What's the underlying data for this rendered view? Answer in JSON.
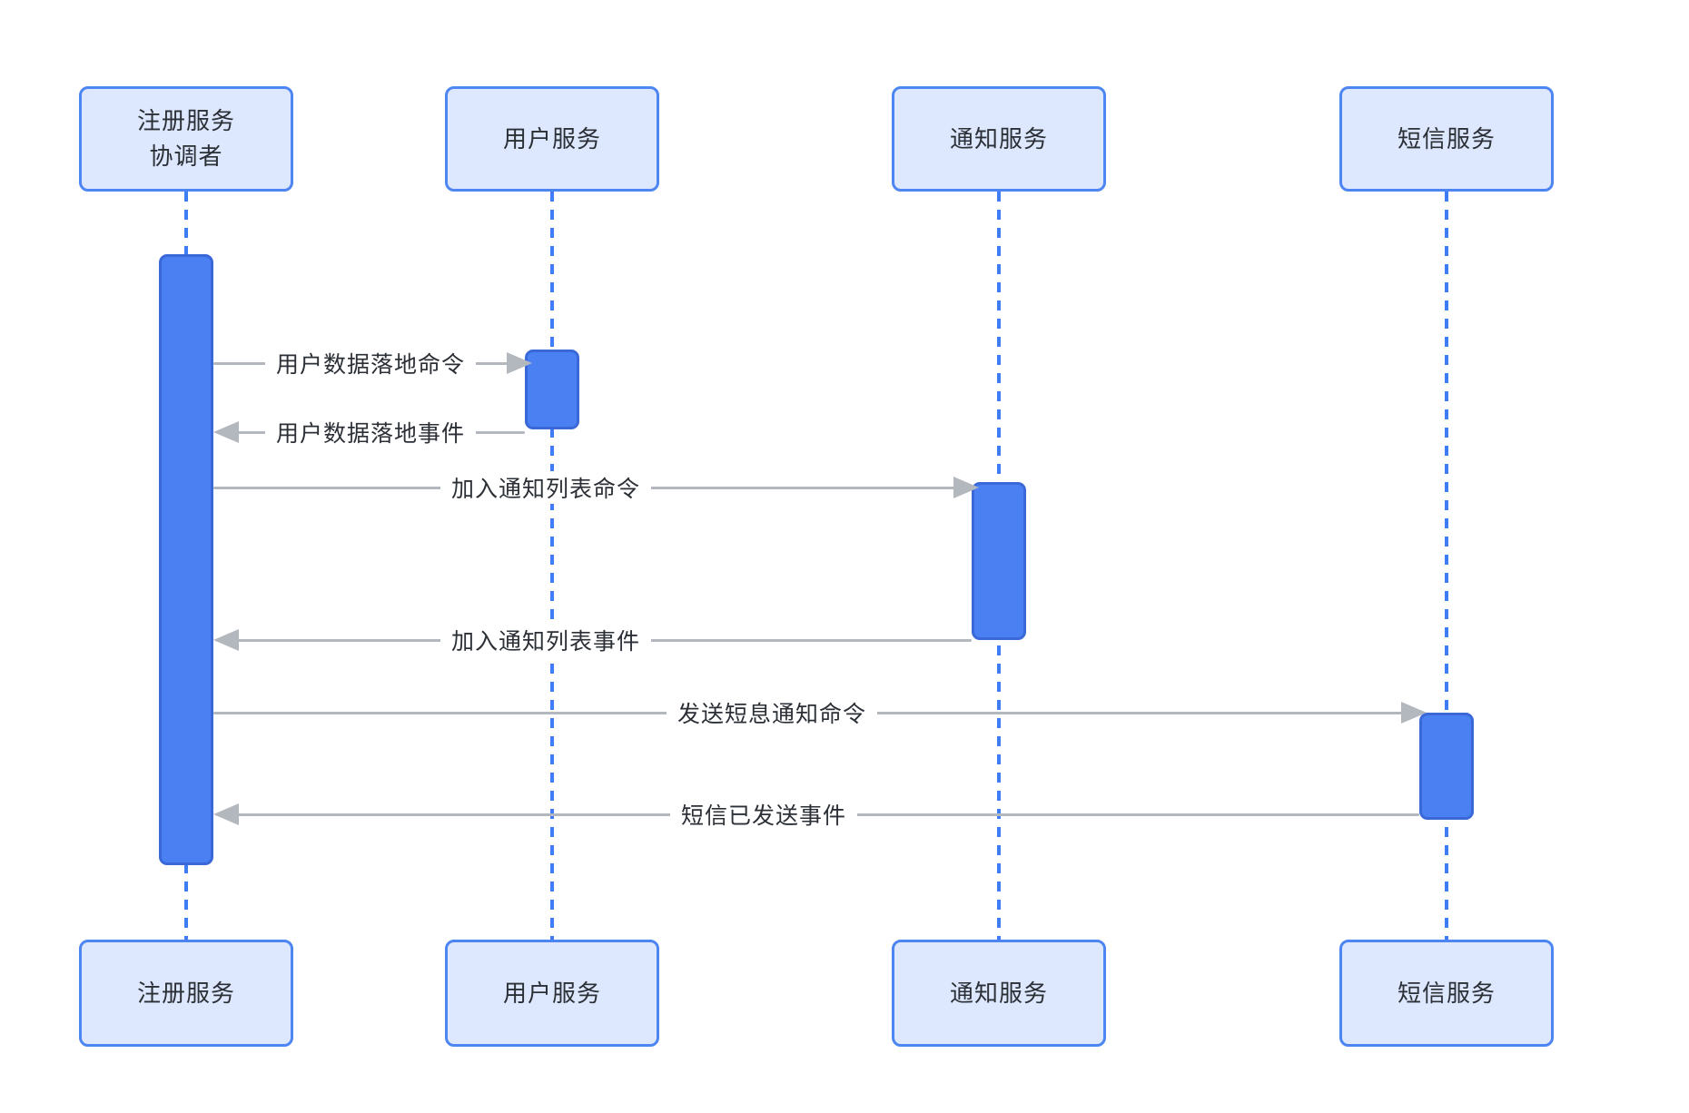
{
  "diagram": {
    "type": "sequence",
    "actors": [
      {
        "id": "registration-coordinator",
        "top_lines": [
          "注册服务",
          "协调者"
        ],
        "bottom_label": "注册服务"
      },
      {
        "id": "user-service",
        "top_lines": [
          "用户服务"
        ],
        "bottom_label": "用户服务"
      },
      {
        "id": "notification-service",
        "top_lines": [
          "通知服务"
        ],
        "bottom_label": "通知服务"
      },
      {
        "id": "sms-service",
        "top_lines": [
          "短信服务"
        ],
        "bottom_label": "短信服务"
      }
    ],
    "messages": [
      {
        "label": "用户数据落地命令",
        "from": "registration-coordinator",
        "to": "user-service",
        "direction": "right"
      },
      {
        "label": "用户数据落地事件",
        "from": "user-service",
        "to": "registration-coordinator",
        "direction": "left"
      },
      {
        "label": "加入通知列表命令",
        "from": "registration-coordinator",
        "to": "notification-service",
        "direction": "right"
      },
      {
        "label": "加入通知列表事件",
        "from": "notification-service",
        "to": "registration-coordinator",
        "direction": "left"
      },
      {
        "label": "发送短息通知命令",
        "from": "registration-coordinator",
        "to": "sms-service",
        "direction": "right"
      },
      {
        "label": "短信已发送事件",
        "from": "sms-service",
        "to": "registration-coordinator",
        "direction": "left"
      }
    ],
    "colors": {
      "actor_box_fill": "#dde7fd",
      "actor_box_border": "#4d85f2",
      "activation_fill": "#4b80f3",
      "activation_border": "#3a68d9",
      "lifeline": "#3e7df6",
      "arrow": "#b3b7be",
      "text": "#2b2f36",
      "background": "#ffffff"
    }
  }
}
